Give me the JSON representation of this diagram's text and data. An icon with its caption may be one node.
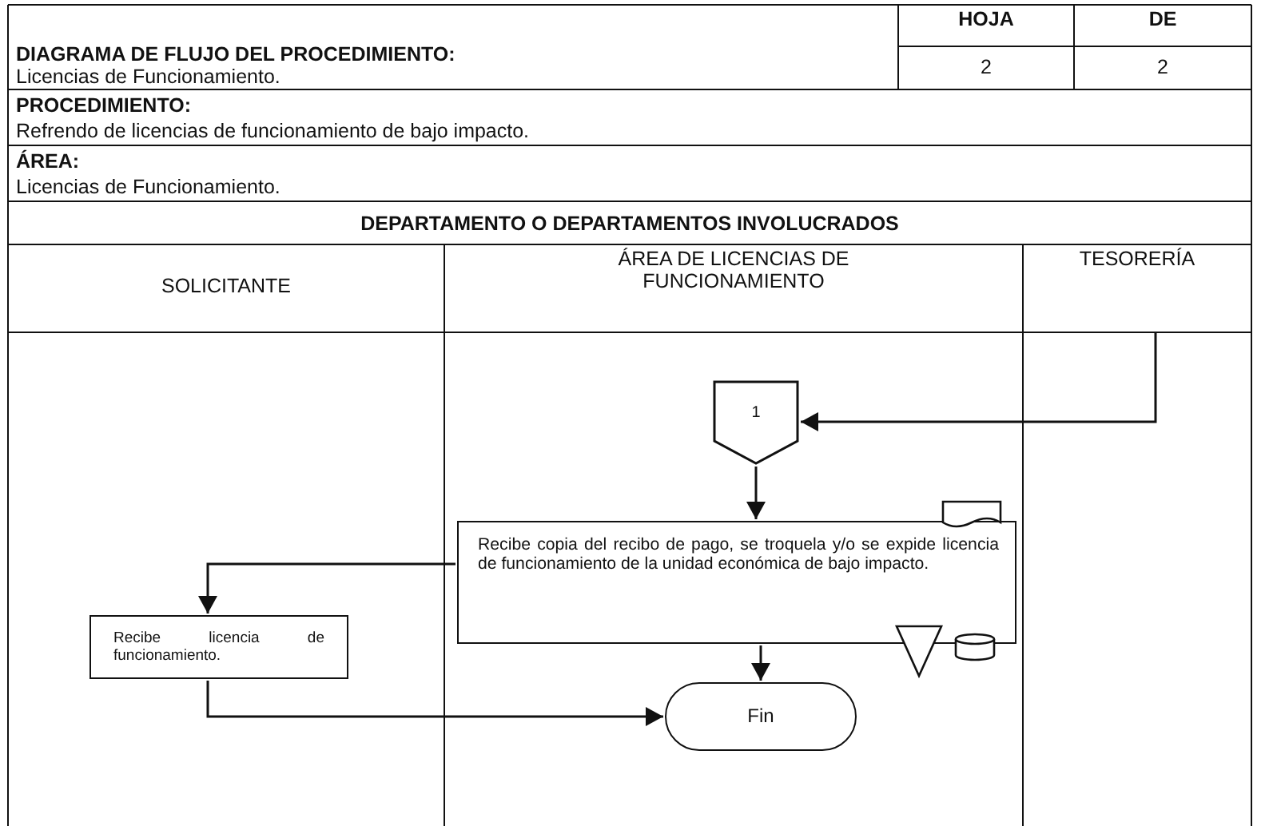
{
  "diagram": {
    "title": "DIAGRAMA DE FLUJO DEL PROCEDIMIENTO:",
    "nodes": [
      {
        "text": [
          "1"
        ]
      },
      {
        "text": [
          "Recibe copia del recibo de pago, se troquela y/o se expide licencia de funcionamiento de la unidad económica de bajo impacto."
        ]
      },
      {
        "text": [
          "Recibe licencia de funcionamiento."
        ]
      },
      {
        "text": [
          "Fin"
        ]
      }
    ],
    "edges": [
      {
        "from": null,
        "to": 0,
        "arrow": "to"
      },
      {
        "from": 0,
        "to": 1,
        "arrow": "to"
      },
      {
        "from": 1,
        "to": 2,
        "arrow": "to"
      },
      {
        "from": 1,
        "to": 3,
        "arrow": "to"
      },
      {
        "from": 2,
        "to": 3,
        "arrow": "to"
      }
    ],
    "labels": [
      "Licencias de Funcionamiento.",
      "HOJA",
      "DE",
      "2",
      "2",
      "PROCEDIMIENTO:",
      "Refrendo de licencias de funcionamiento de bajo impacto.",
      "ÁREA:",
      "Licencias de Funcionamiento.",
      "DEPARTAMENTO O DEPARTAMENTOS INVOLUCRADOS",
      "SOLICITANTE",
      "ÁREA DE LICENCIAS DE FUNCIONAMIENTO",
      "TESORERÍA"
    ]
  }
}
